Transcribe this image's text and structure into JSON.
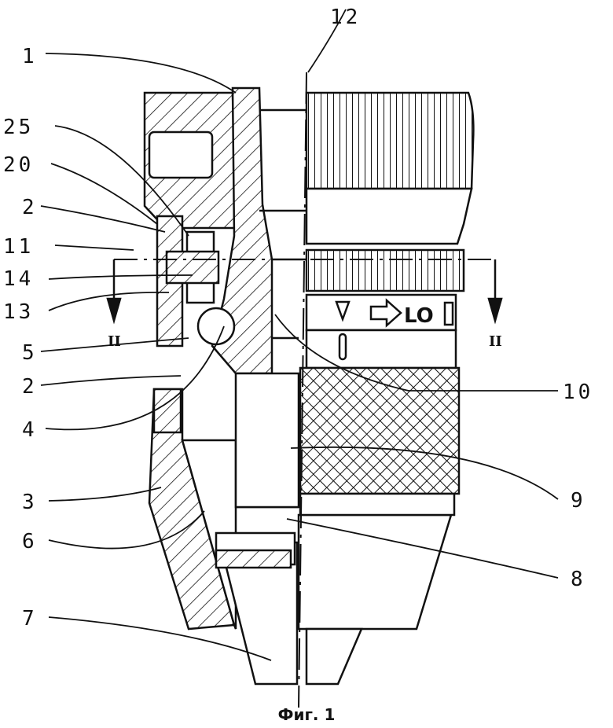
{
  "labels": {
    "l1": "1",
    "l25": "25",
    "l20": "20",
    "l2a": "2",
    "l11": "11",
    "l14": "14",
    "l13": "13",
    "l5": "5",
    "l2b": "2",
    "l4": "4",
    "l3": "3",
    "l6": "6",
    "l7": "7",
    "l12": "12",
    "l10": "10",
    "l9": "9",
    "l8": "8"
  },
  "section": {
    "left": "II",
    "right": "II"
  },
  "ring_marking": "LO",
  "caption": "Фиг. 1"
}
